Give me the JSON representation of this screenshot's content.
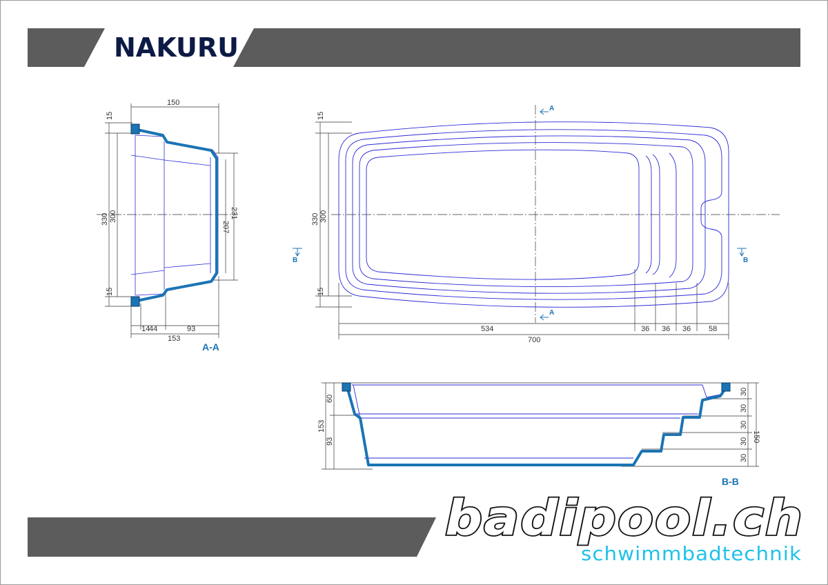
{
  "header": {
    "title": "NAKURU"
  },
  "views": {
    "section_aa": {
      "label": "A-A",
      "dims": {
        "top_width": "150",
        "height_outer": "330",
        "height_inner": "300",
        "lip_top": "15",
        "lip_bottom": "15",
        "step_outer": "231",
        "step_inner": "207",
        "bottom_a": "14",
        "bottom_b": "44",
        "bottom_c": "93",
        "bottom_total": "153"
      }
    },
    "plan": {
      "cut_a_top": "A",
      "cut_a_bottom": "A",
      "cut_b_left": "B",
      "cut_b_right": "B",
      "dims": {
        "height_outer": "330",
        "height_inner": "300",
        "lip_top": "15",
        "lip_bottom": "15",
        "len_main": "534",
        "step_1": "36",
        "step_2": "36",
        "step_3": "36",
        "step_4": "58",
        "total_length": "700"
      }
    },
    "section_bb": {
      "label": "B-B",
      "dims": {
        "shelf": "60",
        "deep": "93",
        "total_left": "153",
        "r1": "30",
        "r2": "30",
        "r3": "30",
        "r4": "30",
        "r5": "30",
        "total_right": "150"
      }
    }
  },
  "brand": {
    "name": "badipool.ch",
    "tagline": "schwimmbadtechnik"
  },
  "colors": {
    "banner": "#5c5c5c",
    "title": "#0c1a46",
    "outline": "#2b2bd6",
    "profile": "#1b74b4",
    "dimension": "#333333",
    "tagline": "#1fc2ea"
  }
}
